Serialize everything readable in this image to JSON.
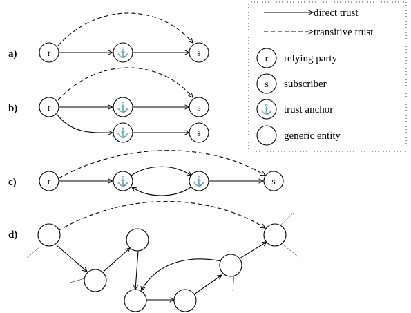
{
  "legend": {
    "direct_trust": "direct trust",
    "transitive_trust": "transitive trust",
    "relying_party": "relying party",
    "subscriber": "subscriber",
    "trust_anchor": "trust anchor",
    "generic_entity": "generic entity"
  },
  "nodes": {
    "relying_party": "r",
    "subscriber": "s",
    "trust_anchor": "⚓"
  },
  "panels": {
    "a": "a)",
    "b": "b)",
    "c": "c)",
    "d": "d)"
  }
}
